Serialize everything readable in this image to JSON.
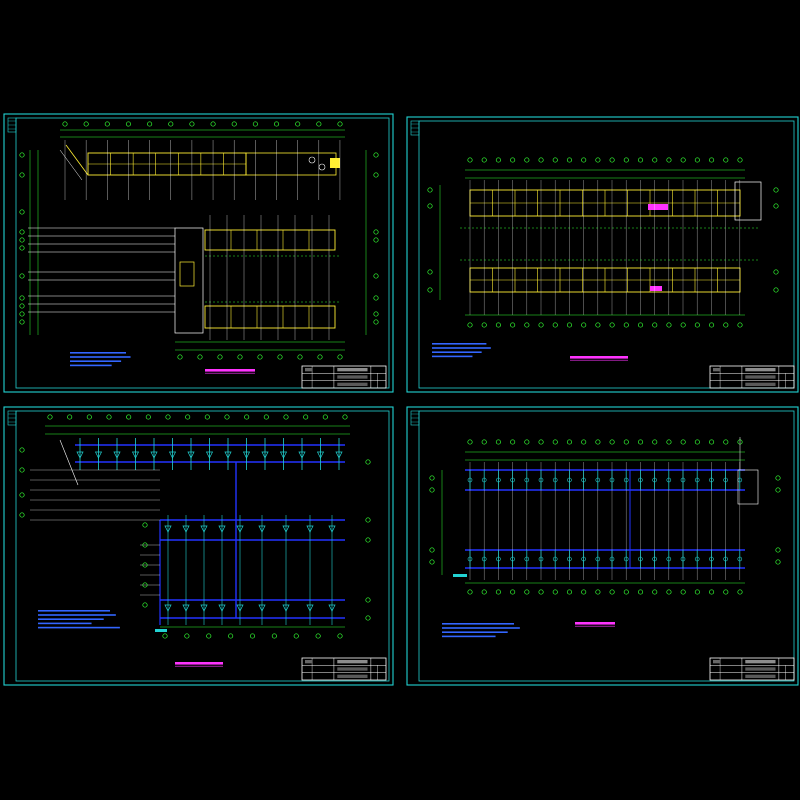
{
  "app": {
    "title": ""
  },
  "colors": {
    "background": "#000000",
    "frame": "#22d3d3",
    "wall": "#ffee33",
    "axis": "#33ff33",
    "beam": "#2233ff",
    "note": "#3366ff",
    "magenta": "#ff33ff",
    "white": "#ffffff"
  },
  "sheets": [
    {
      "id": "sheet-1",
      "plan": "l-shaped-floor-plan",
      "position": "top-left"
    },
    {
      "id": "sheet-2",
      "plan": "two-wing-floor-plan",
      "position": "top-right"
    },
    {
      "id": "sheet-3",
      "plan": "l-shaped-structural-plan",
      "position": "bottom-left"
    },
    {
      "id": "sheet-4",
      "plan": "two-wing-structural-plan",
      "position": "bottom-right"
    }
  ]
}
